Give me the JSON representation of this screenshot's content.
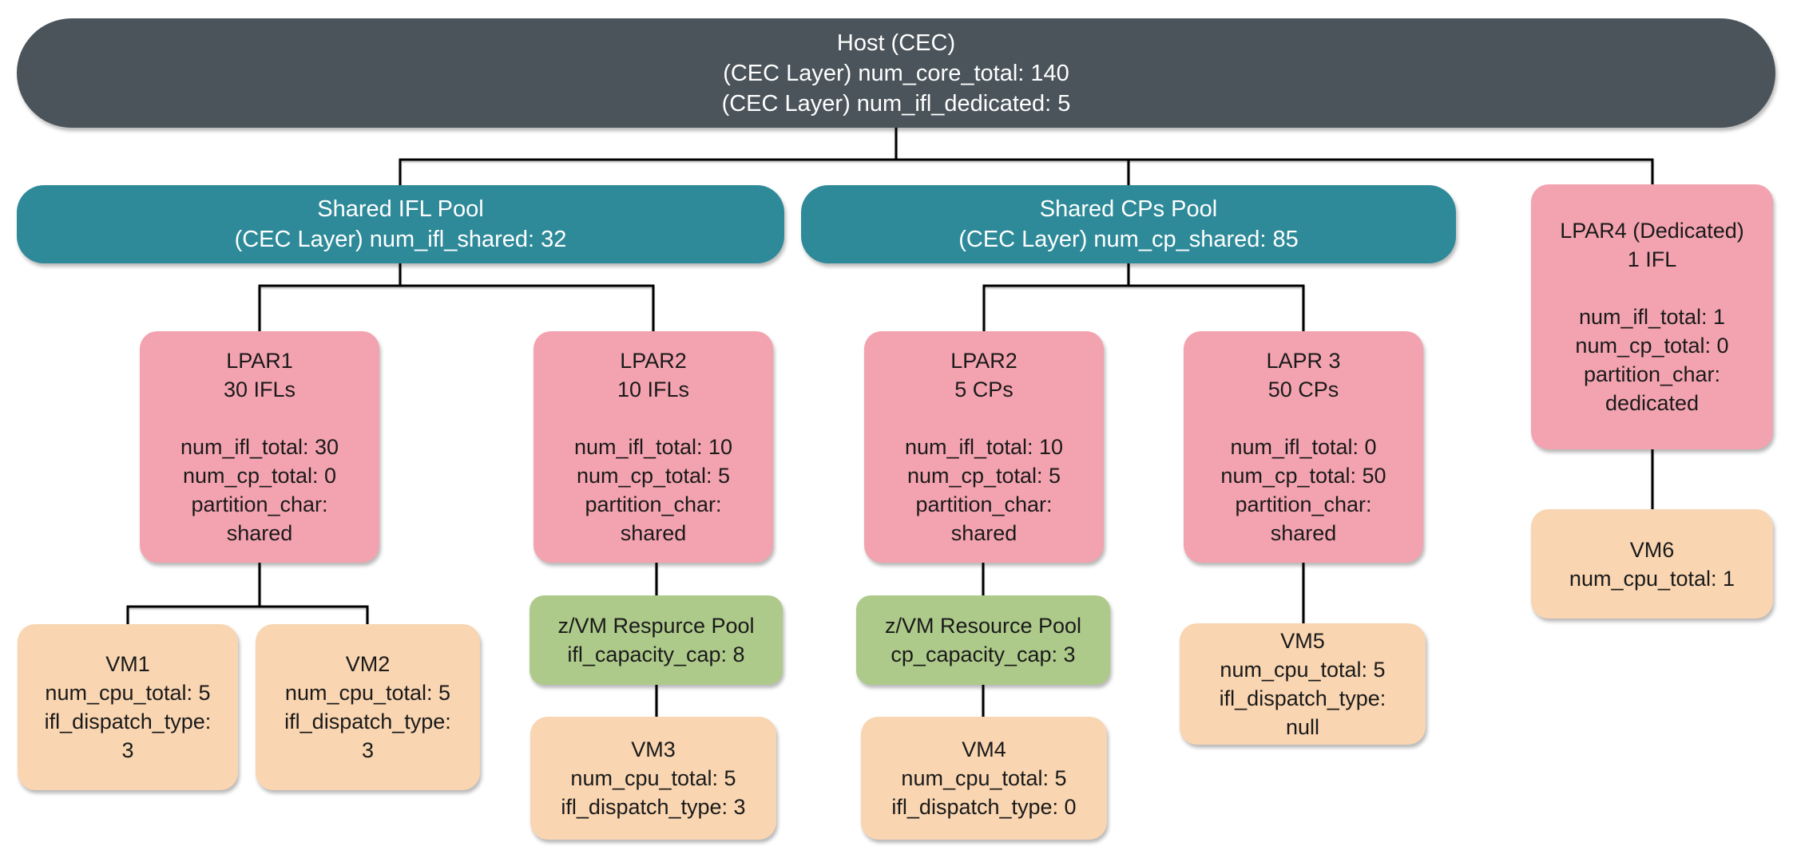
{
  "colors": {
    "host": "#4a545a",
    "pool": "#2e8a99",
    "lpar": "#f3a3b0",
    "zvm": "#aeca8a",
    "vm": "#f9d5b1",
    "connector": "#000000"
  },
  "nodes": {
    "host": {
      "text": "Host (CEC)\n(CEC Layer) num_core_total: 140\n(CEC Layer) num_ifl_dedicated: 5"
    },
    "shared_ifl_pool": {
      "text": "Shared IFL Pool\n(CEC Layer) num_ifl_shared: 32"
    },
    "shared_cps_pool": {
      "text": "Shared CPs Pool\n(CEC Layer) num_cp_shared: 85"
    },
    "lpar1": {
      "text": "LPAR1\n30 IFLs\n\nnum_ifl_total: 30\nnum_cp_total: 0\npartition_char:\nshared"
    },
    "lpar2_ifl": {
      "text": "LPAR2\n10 IFLs\n\nnum_ifl_total: 10\nnum_cp_total: 5\npartition_char:\nshared"
    },
    "lpar2_cp": {
      "text": "LPAR2\n5 CPs\n\nnum_ifl_total: 10\nnum_cp_total: 5\npartition_char:\nshared"
    },
    "lapr3": {
      "text": "LAPR 3\n50 CPs\n\nnum_ifl_total: 0\nnum_cp_total: 50\npartition_char:\nshared"
    },
    "lpar4": {
      "text": "LPAR4 (Dedicated)\n1 IFL\n\nnum_ifl_total: 1\nnum_cp_total: 0\npartition_char:\ndedicated"
    },
    "zvm_pool_ifl": {
      "text": "z/VM Respurce Pool\nifl_capacity_cap: 8"
    },
    "zvm_pool_cp": {
      "text": "z/VM Resource Pool\ncp_capacity_cap: 3"
    },
    "vm1": {
      "text": "VM1\nnum_cpu_total: 5\nifl_dispatch_type:\n3"
    },
    "vm2": {
      "text": "VM2\nnum_cpu_total: 5\nifl_dispatch_type:\n3"
    },
    "vm3": {
      "text": "VM3\nnum_cpu_total: 5\nifl_dispatch_type: 3"
    },
    "vm4": {
      "text": "VM4\nnum_cpu_total: 5\nifl_dispatch_type: 0"
    },
    "vm5": {
      "text": "VM5\nnum_cpu_total: 5\nifl_dispatch_type:\nnull"
    },
    "vm6": {
      "text": "VM6\nnum_cpu_total: 1"
    }
  }
}
